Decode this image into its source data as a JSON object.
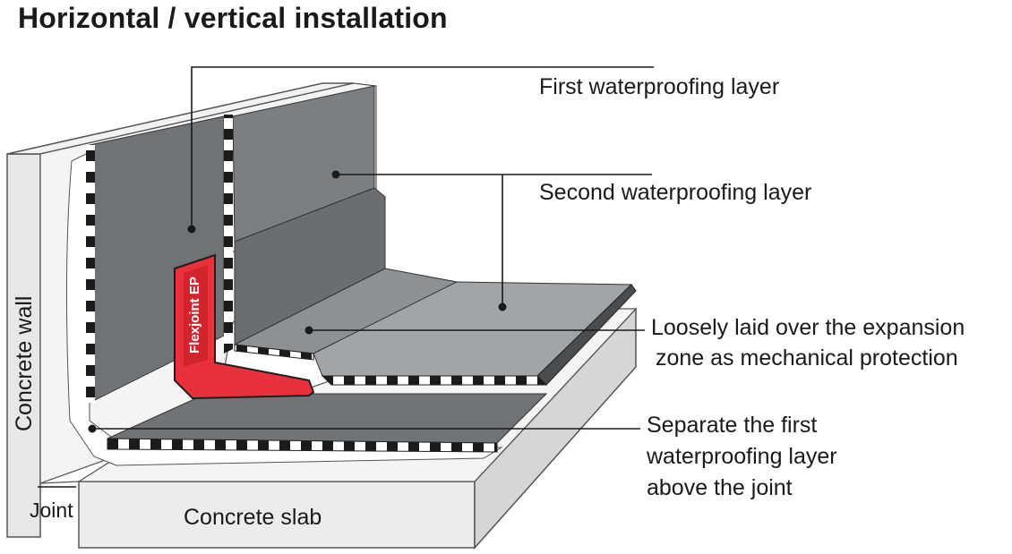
{
  "title": "Horizontal / vertical installation",
  "labels": {
    "first_layer": "First waterproofing layer",
    "second_layer": "Second waterproofing layer",
    "loosely_laid_1": "Loosely laid over the expansion",
    "loosely_laid_2": "zone as mechanical protection",
    "separate_1": "Separate the first",
    "separate_2": "waterproofing layer",
    "separate_3": "above the joint",
    "concrete_wall": "Concrete wall",
    "concrete_slab": "Concrete slab",
    "joint": "Joint",
    "flexjoint": "Flexjoint EP"
  },
  "colors": {
    "concrete": "#ededed",
    "concrete_edge": "#555555",
    "membrane_dark": "#6f7376",
    "membrane_light": "#9fa3a6",
    "flexjoint_red": "#e8313a",
    "flexjoint_edge": "#1e1e1e",
    "leader_line": "#1a1a1a"
  }
}
